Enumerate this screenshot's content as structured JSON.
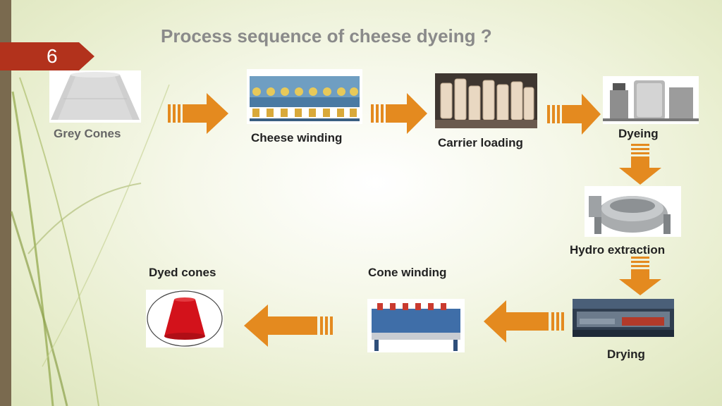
{
  "slide": {
    "title": "Process sequence of cheese dyeing ?",
    "number": "6"
  },
  "steps": {
    "grey_cones": "Grey Cones",
    "cheese_winding": "Cheese winding",
    "carrier_loading": "Carrier loading",
    "dyeing": "Dyeing",
    "hydro_extraction": "Hydro extraction",
    "drying": "Drying",
    "cone_winding": "Cone winding",
    "dyed_cones": "Dyed cones"
  },
  "colors": {
    "arrow": "#e48a1f",
    "number_tab": "#b2321c",
    "left_bar": "#7a6a4f",
    "title": "#8a8a8a"
  }
}
